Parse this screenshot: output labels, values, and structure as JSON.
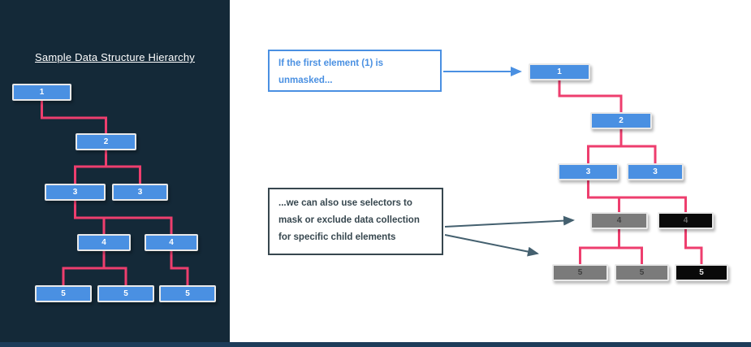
{
  "left_panel": {
    "title": "Sample Data Structure Hierarchy"
  },
  "left_tree": {
    "nodes": [
      {
        "label": "1"
      },
      {
        "label": "2"
      },
      {
        "label": "3"
      },
      {
        "label": "3"
      },
      {
        "label": "4"
      },
      {
        "label": "4"
      },
      {
        "label": "5"
      },
      {
        "label": "5"
      },
      {
        "label": "5"
      }
    ]
  },
  "right_tree": {
    "nodes": [
      {
        "label": "1",
        "variant": "unmasked"
      },
      {
        "label": "2",
        "variant": "unmasked"
      },
      {
        "label": "3",
        "variant": "unmasked"
      },
      {
        "label": "3",
        "variant": "unmasked"
      },
      {
        "label": "4",
        "variant": "masked-gray"
      },
      {
        "label": "4",
        "variant": "masked-black"
      },
      {
        "label": "5",
        "variant": "masked-gray"
      },
      {
        "label": "5",
        "variant": "masked-gray"
      },
      {
        "label": "5",
        "variant": "masked-black"
      }
    ]
  },
  "callouts": {
    "top": {
      "lines": [
        "If the first element (1) is",
        "unmasked..."
      ]
    },
    "bottom": {
      "lines": [
        "...we can also use selectors to",
        "mask or exclude data collection",
        "for specific child elements"
      ]
    }
  },
  "colors": {
    "panel_bg": "#142938",
    "bottom_bar": "#1d3c59",
    "node_blue": "#4a90e2",
    "node_gray": "#7b7b7b",
    "node_black": "#0a0a0a",
    "connector_pink": "#ee3e6e",
    "callout_blue": "#4a90e2",
    "callout_dark": "#37474f",
    "arrow_dark": "#44606f"
  }
}
